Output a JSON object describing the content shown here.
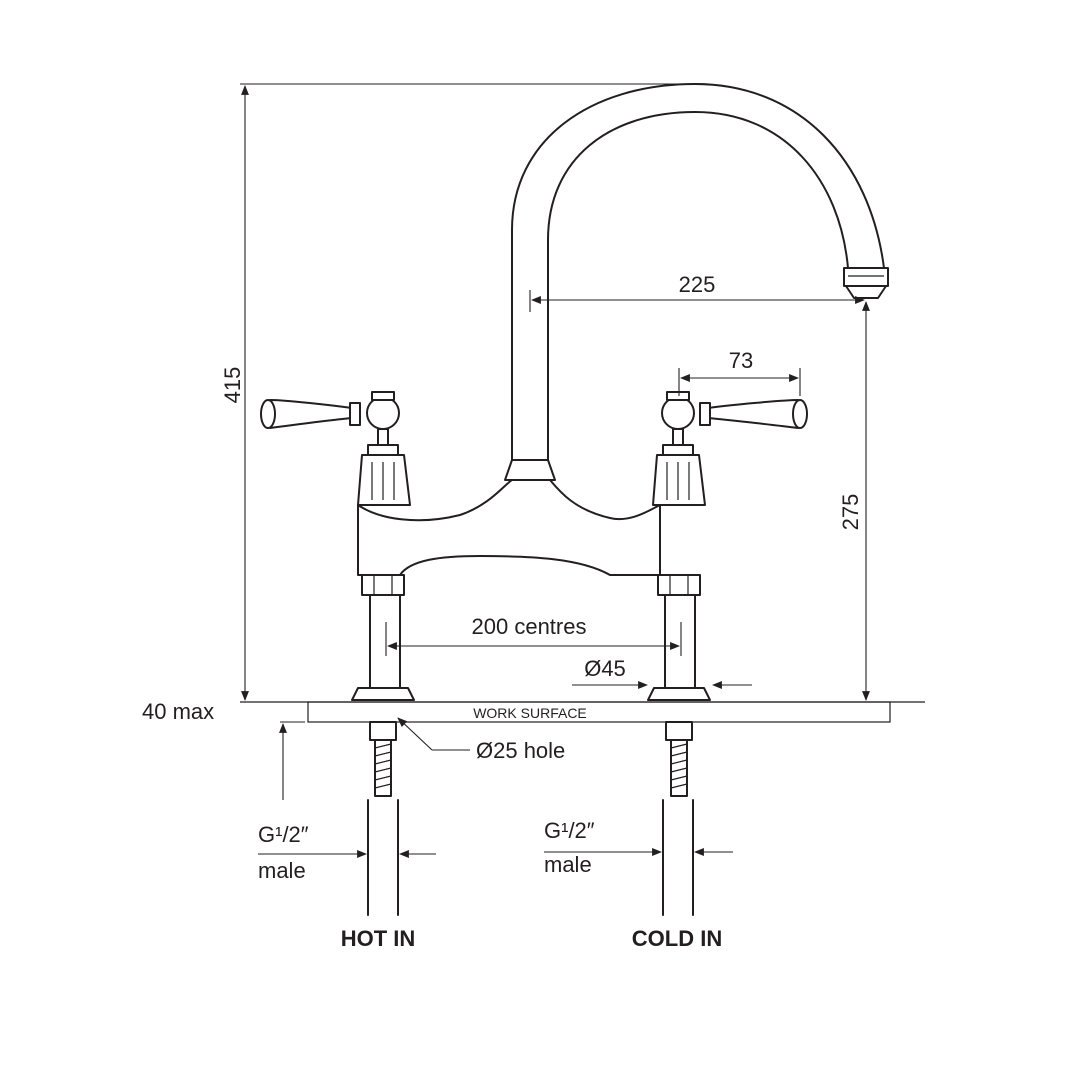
{
  "dimensions": {
    "overall_height": "415",
    "spout_reach": "225",
    "lever_length": "73",
    "spout_height": "275",
    "centres": "200 centres",
    "base_diameter": "Ø45",
    "hole_diameter": "Ø25 hole",
    "max_thickness": "40 max"
  },
  "labels": {
    "work_surface": "WORK SURFACE",
    "thread_hot_line1": "G¹/2″",
    "thread_hot_line2": "male",
    "thread_cold_line1": "G¹/2″",
    "thread_cold_line2": "male",
    "hot_in": "HOT IN",
    "cold_in": "COLD IN"
  }
}
